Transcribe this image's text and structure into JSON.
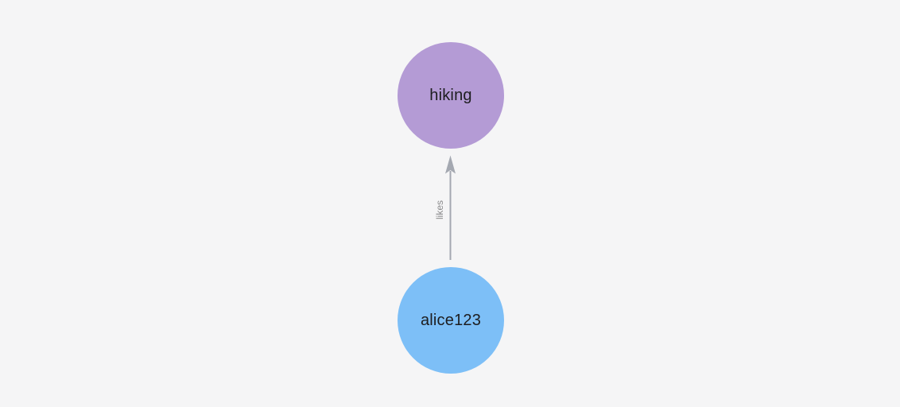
{
  "canvas": {
    "background": "#f5f5f6"
  },
  "graph": {
    "nodes": [
      {
        "id": "hiking",
        "label": "hiking",
        "color": "#b49bd5",
        "text_color": "#1d1d1f",
        "shape": "circle"
      },
      {
        "id": "alice123",
        "label": "alice123",
        "color": "#7dbff7",
        "text_color": "#1d1d1f",
        "shape": "circle"
      }
    ],
    "edges": [
      {
        "from": "alice123",
        "to": "hiking",
        "label": "likes",
        "direction": "up",
        "color": "#a4a8b1",
        "label_color": "#8a8a8c"
      }
    ]
  }
}
